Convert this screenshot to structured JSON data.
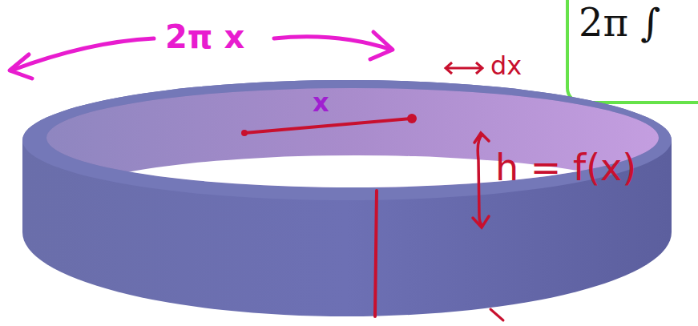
{
  "diagram": {
    "labels": [
      "2π x",
      "dx",
      "x",
      "h = f(x)",
      "2π ∫"
    ]
  }
}
